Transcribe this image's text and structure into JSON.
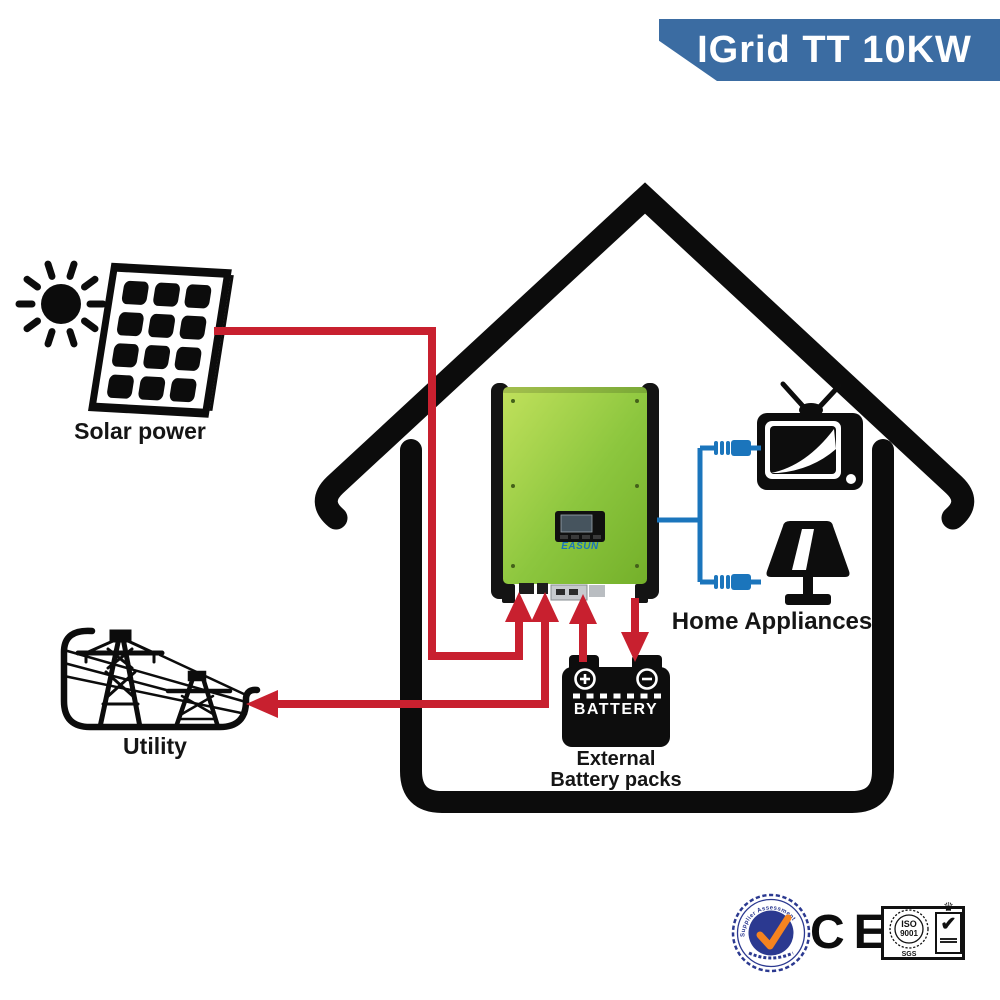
{
  "banner": {
    "title": "IGrid TT 10KW"
  },
  "labels": {
    "solar": "Solar power",
    "utility": "Utility",
    "home_appliances": "Home Appliances",
    "battery_caption_line1": "External",
    "battery_caption_line2": "Battery packs"
  },
  "inverter": {
    "brand": "EASUN"
  },
  "battery": {
    "label": "BATTERY"
  },
  "certifications": {
    "supplier_badge_text": "Supplier Assessment",
    "ce_mark": "CE",
    "iso_label_line1": "ISO",
    "iso_label_line2": "9001",
    "iso_org": "SGS",
    "crown_glyph": "♛",
    "check_glyph": "✔"
  },
  "colors": {
    "banner_blue": "#3b6ca2",
    "wire_red": "#c8202f",
    "wire_blue": "#1b75bc",
    "inverter_green": "#8cc63e",
    "badge_navy": "#2b3990",
    "check_orange": "#f5831f"
  }
}
